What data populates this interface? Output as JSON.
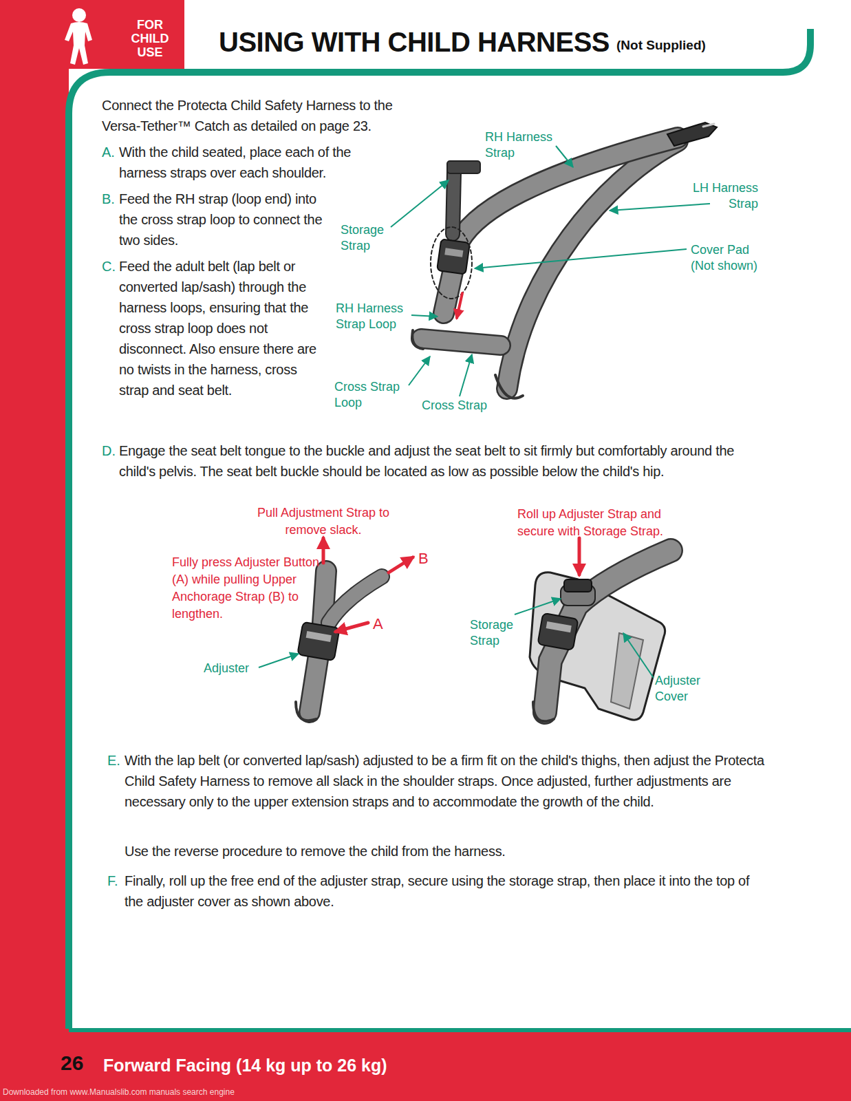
{
  "diagram": {
    "title": "USING WITH CHILD HARNESS",
    "labels": [
      "FOR CHILD USE",
      "(Not Supplied)",
      "Connect the Protecta Child Safety Harness to the Versa-Tether™ Catch as detailed on page 23.",
      "A.",
      "With the child seated, place each of the harness straps over each shoulder.",
      "B.",
      "Feed the RH strap (loop end) into the cross strap loop to connect the two sides.",
      "C.",
      "Feed the adult belt (lap belt or converted lap/sash) through the harness loops, ensuring that the cross strap loop does not disconnect. Also ensure there are no twists in the harness, cross strap and seat belt.",
      "RH Harness Strap",
      "LH Harness Strap",
      "Storage Strap",
      "Cover Pad (Not shown)",
      "RH Harness Strap Loop",
      "Cross Strap Loop",
      "Cross Strap",
      "D.",
      "Engage the seat belt tongue to the buckle and adjust the seat belt to sit firmly but comfortably around the child's pelvis. The seat belt buckle should be located as low as possible below the child's hip.",
      "Pull Adjustment Strap to remove slack.",
      "Fully press Adjuster Button (A) while pulling Upper Anchorage Strap (B) to lengthen.",
      "B",
      "A",
      "Adjuster",
      "Roll up Adjuster Strap and secure with Storage Strap.",
      "Storage Strap",
      "Adjuster Cover",
      "E.",
      "With the lap belt (or converted lap/sash) adjusted to be a firm fit on the child's thighs, then adjust the Protecta Child Safety Harness to remove all slack in the shoulder straps. Once adjusted, further adjustments are necessary only to the upper extension straps and to accommodate the growth of the child.",
      "Use the reverse procedure to remove the child from the harness.",
      "F.",
      "Finally, roll up the free end of the adjuster strap, secure using the storage strap, then place it into the top of the adjuster cover as shown above.",
      "26",
      "Forward Facing (14 kg up to 26 kg)",
      "Downloaded from www.Manualslib.com manuals search engine"
    ]
  }
}
